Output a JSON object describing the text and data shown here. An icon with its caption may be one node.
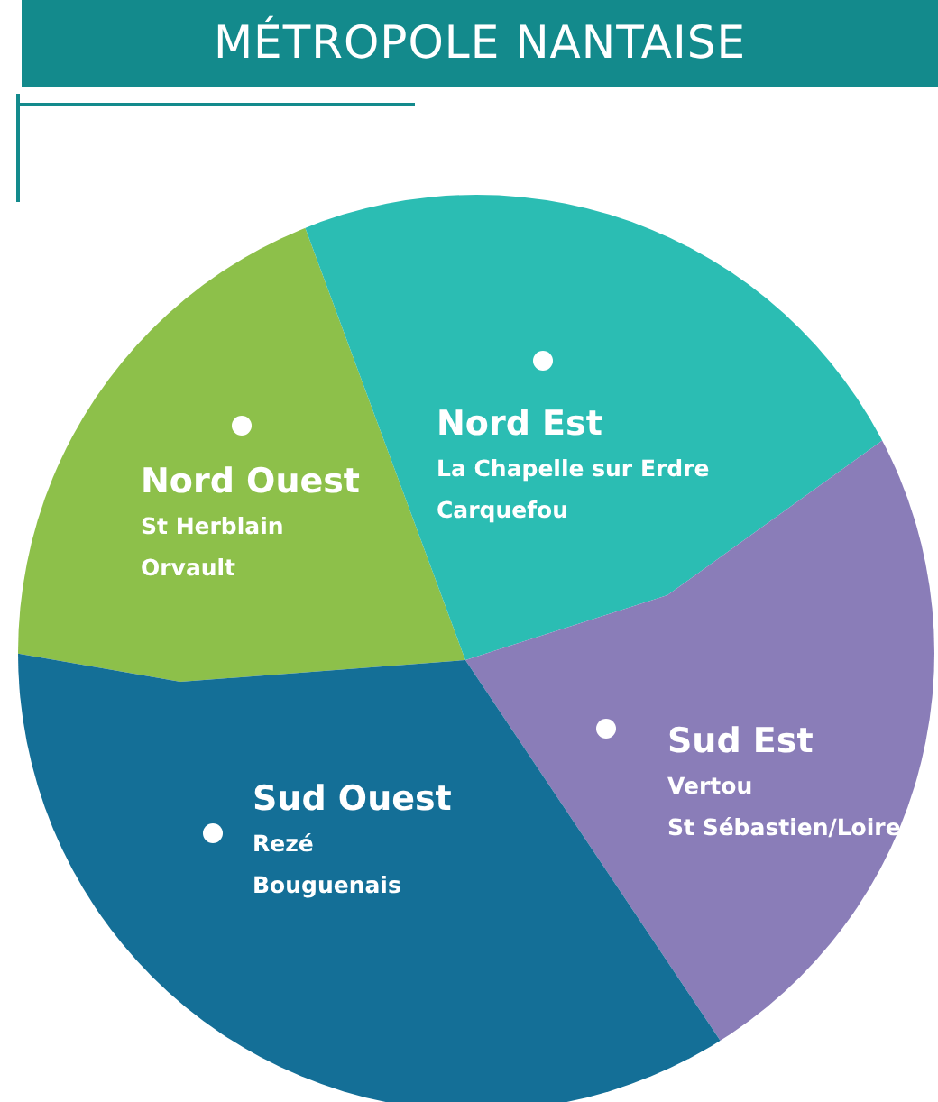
{
  "diagram": {
    "title": "MÉTROPOLE NANTAISE",
    "nodes": [
      {
        "text": [
          "Nord Ouest",
          "St Herblain",
          "Orvault"
        ]
      },
      {
        "text": [
          "Nord Est",
          "La Chapelle sur Erdre",
          "Carquefou"
        ]
      },
      {
        "text": [
          "Sud Est",
          "Vertou",
          "St Sébastien/Loire"
        ]
      },
      {
        "text": [
          "Sud Ouest",
          "Rezé",
          "Bouguenais"
        ]
      }
    ],
    "edges": []
  }
}
